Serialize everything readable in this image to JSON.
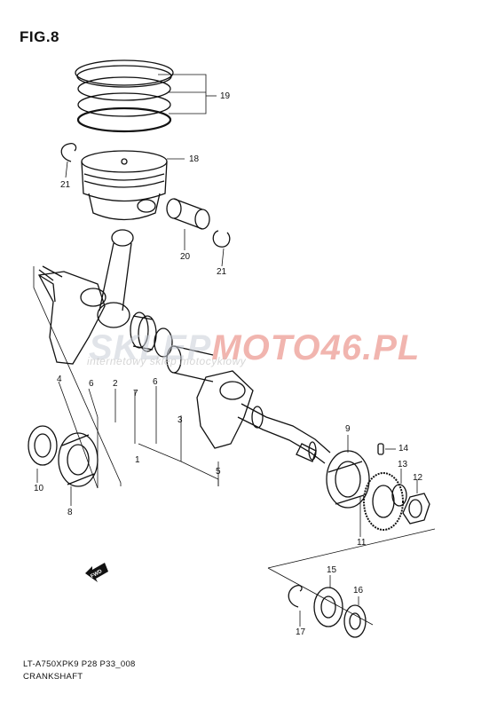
{
  "figure": {
    "title": "FIG.8"
  },
  "watermark": {
    "main_prefix": "SKLEP",
    "main_accent": "MOTO46.PL",
    "sub": "internetowy sklep motocyklowy"
  },
  "arrow": {
    "label": "FWD"
  },
  "parts": [
    {
      "id": "p19",
      "label": "19"
    },
    {
      "id": "p18",
      "label": "18"
    },
    {
      "id": "p21a",
      "label": "21"
    },
    {
      "id": "p20",
      "label": "20"
    },
    {
      "id": "p21b",
      "label": "21"
    },
    {
      "id": "p4",
      "label": "4"
    },
    {
      "id": "p6a",
      "label": "6"
    },
    {
      "id": "p2",
      "label": "2"
    },
    {
      "id": "p7",
      "label": "7"
    },
    {
      "id": "p6b",
      "label": "6"
    },
    {
      "id": "p3",
      "label": "3"
    },
    {
      "id": "p1",
      "label": "1"
    },
    {
      "id": "p5",
      "label": "5"
    },
    {
      "id": "p9",
      "label": "9"
    },
    {
      "id": "p14",
      "label": "14"
    },
    {
      "id": "p13",
      "label": "13"
    },
    {
      "id": "p12",
      "label": "12"
    },
    {
      "id": "p11",
      "label": "11"
    },
    {
      "id": "p10",
      "label": "10"
    },
    {
      "id": "p8",
      "label": "8"
    },
    {
      "id": "p15",
      "label": "15"
    },
    {
      "id": "p16",
      "label": "16"
    },
    {
      "id": "p17",
      "label": "17"
    }
  ],
  "footer": {
    "code": "LT-A750XPK9 P28 P33_008",
    "name": "CRANKSHAFT"
  }
}
